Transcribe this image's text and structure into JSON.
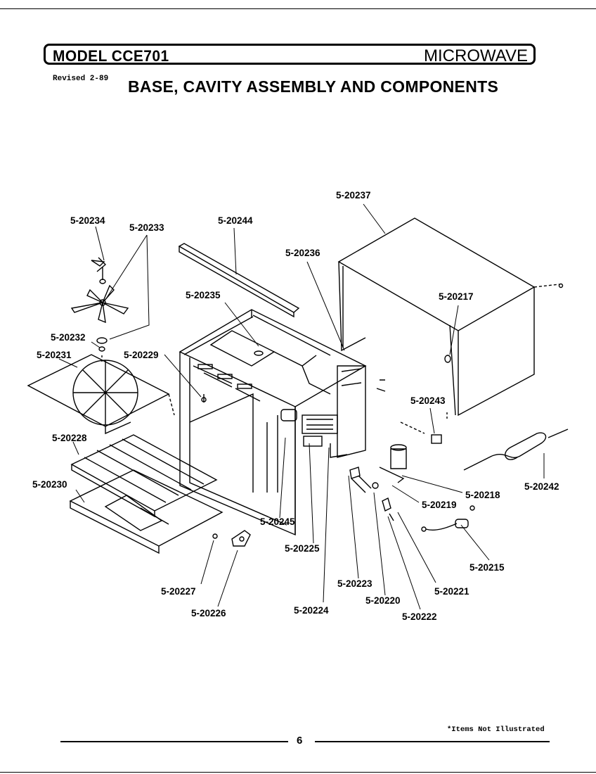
{
  "header": {
    "model_title": "MODEL CCE701",
    "product_type": "MICROWAVE",
    "revision": "Revised 2-89",
    "section_title": "BASE, CAVITY ASSEMBLY AND COMPONENTS"
  },
  "parts": [
    "5-20237",
    "5-20234",
    "5-20233",
    "5-20244",
    "5-20236",
    "5-20235",
    "5-20217",
    "5-20232",
    "5-20231",
    "5-20229",
    "5-20243",
    "5-20228",
    "5-20230",
    "5-20218",
    "5-20242",
    "5-20219",
    "5-20245",
    "5-20225",
    "5-20215",
    "5-20227",
    "5-20223",
    "5-20221",
    "5-20220",
    "5-20226",
    "5-20224",
    "5-20222"
  ],
  "footer": {
    "note": "*Items Not Illustrated",
    "page_number": "6"
  }
}
